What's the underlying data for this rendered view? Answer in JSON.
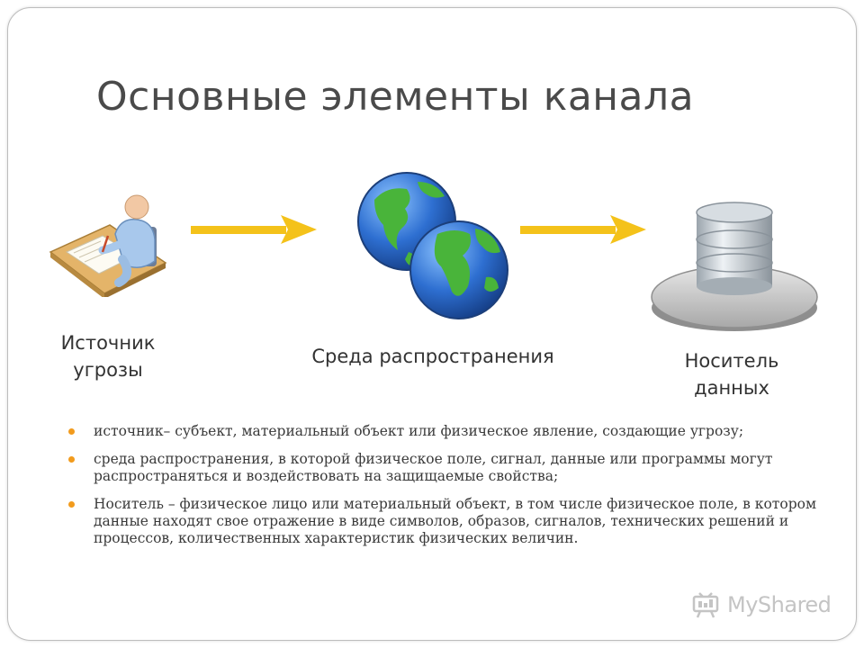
{
  "slide": {
    "title": "Основные элементы канала",
    "labels": {
      "source": [
        "Источник",
        "угрозы"
      ],
      "medium": [
        "Среда распространения"
      ],
      "carrier": [
        "Носитель",
        "данных"
      ]
    },
    "bullets": [
      "источник– субъект, материальный объект или физическое явление, создающие угрозу;",
      "среда распространения, в которой физическое поле, сигнал, данные или программы могут распространяться и воздействовать на защищаемые свойства;",
      "Носитель – физическое лицо или материальный объект, в том числе физическое поле, в котором данные находят свое отражение в виде символов, образов, сигналов, технических решений и процессов, количественных характеристик физических величин."
    ],
    "watermark": "MyShared"
  },
  "icons": {
    "source": "person-at-desk-icon",
    "medium": "globes-icon",
    "carrier": "database-icon",
    "arrow": "right-arrow-icon",
    "logo": "myshared-logo-icon"
  },
  "colors": {
    "arrow": "#f4c21a",
    "bullet": "#f29b1d",
    "title": "#4a4a4a",
    "ocean": "#2e6fd1",
    "land": "#49b43a"
  }
}
